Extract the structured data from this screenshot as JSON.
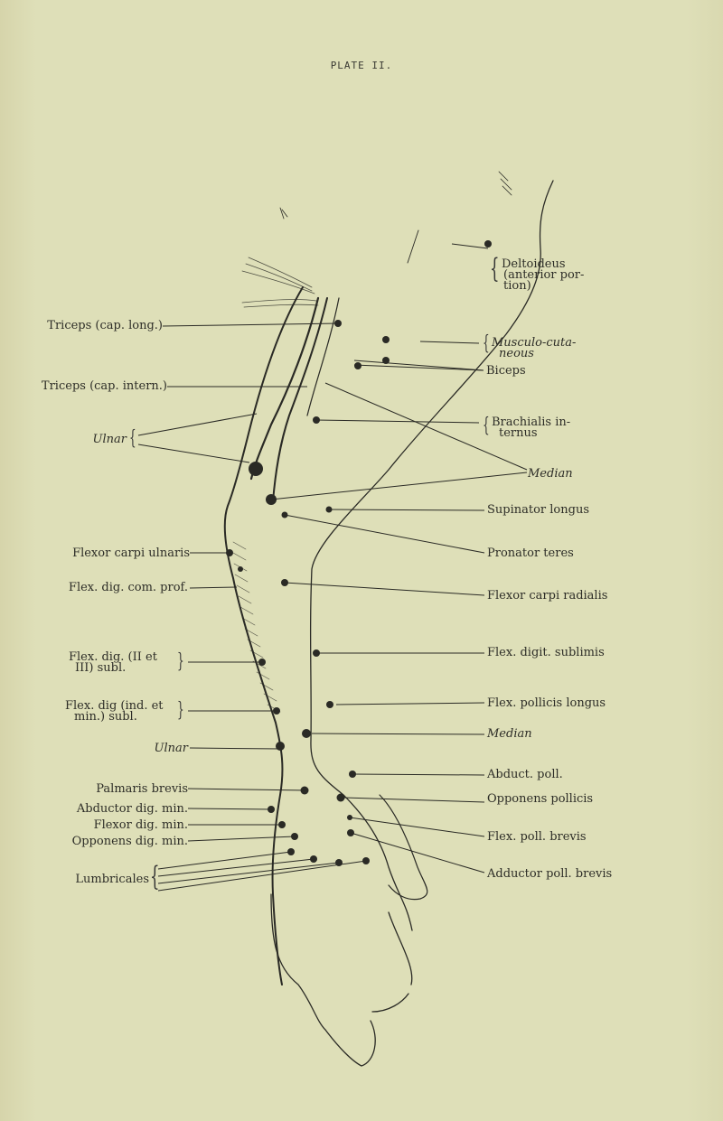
{
  "plate": {
    "title": "PLATE II."
  },
  "figure": {
    "subject": "Motor points of the upper limb (anterior view of arm, forearm and hand)",
    "dot_color": "#2a2a25",
    "line_color": "#2a2a25",
    "paper_color": "#dedfb8"
  },
  "labels_left": {
    "triceps_long": "Triceps (cap. long.)",
    "triceps_intern": "Triceps (cap. intern.)",
    "ulnar_upper": "Ulnar",
    "flexor_carpi_ulnaris": "Flexor carpi ulnaris",
    "flex_dig_com_prof": "Flex. dig. com. prof.",
    "flex_dig_ii_iii_l1": "Flex. dig. (II et",
    "flex_dig_ii_iii_l2": "III) subl.",
    "flex_dig_ind_min_l1": "Flex. dig (ind. et",
    "flex_dig_ind_min_l2": "min.) subl.",
    "ulnar_lower": "Ulnar",
    "palmaris_brevis": "Palmaris brevis",
    "abductor_dig_min": "Abductor dig. min.",
    "flexor_dig_min": "Flexor dig. min.",
    "opponens_dig_min": "Opponens dig. min.",
    "lumbricales": "Lumbricales"
  },
  "labels_right": {
    "deltoideus_l1": "Deltoideus",
    "deltoideus_l2": "(anterior por-",
    "deltoideus_l3": "tion)",
    "musculo_cutaneous_l1": "Musculo-cuta-",
    "musculo_cutaneous_l2": "neous",
    "biceps": "Biceps",
    "brachialis_l1": "Brachialis in-",
    "brachialis_l2": "ternus",
    "median_upper": "Median",
    "supinator_longus": "Supinator longus",
    "pronator_teres": "Pronator teres",
    "flexor_carpi_radialis": "Flexor carpi radialis",
    "flex_digit_sublimis": "Flex. digit. sublimis",
    "flex_pollicis_longus": "Flex. pollicis longus",
    "median_lower": "Median",
    "abduct_poll": "Abduct. poll.",
    "opponens_pollicis": "Opponens pollicis",
    "flex_poll_brevis": "Flex. poll. brevis",
    "adductor_poll_brevis": "Adductor poll. brevis"
  }
}
